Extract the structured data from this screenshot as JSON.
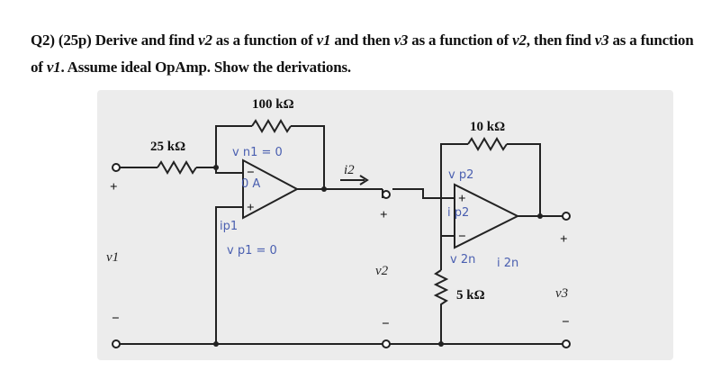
{
  "question": {
    "label": "Q2)",
    "points": "(25p)",
    "text_1": "Derive and find ",
    "v2": "v2",
    "text_2": " as a function of ",
    "v1": "v1",
    "text_3": " and then ",
    "v3": "v3",
    "text_4": " as a function of ",
    "v2b": "v2",
    "text_5": ", then find ",
    "v3b": "v3",
    "text_6": " as a function of ",
    "v1b": "v1",
    "text_7": ". Assume ideal OpAmp. Show the derivations."
  },
  "circuit": {
    "r_feedback_1": "100 kΩ",
    "r_input_1": "25 kΩ",
    "r_feedback_2": "10 kΩ",
    "r_ground_2": "5 kΩ",
    "v1_label": "v1",
    "v2_label": "v2",
    "v3_label": "v3",
    "i2_label": "i2",
    "plus": "+",
    "minus": "−",
    "opamp_plus": "+",
    "opamp_minus": "−"
  },
  "handwriting": {
    "n1_note": "v n1 = 0",
    "p1_note": "v p1 = 0",
    "zero_a": "0 A",
    "ip1": "ip1",
    "vp2": "v p2",
    "ip2": "i p2",
    "vn2": "v 2n",
    "in2": "i 2n"
  }
}
